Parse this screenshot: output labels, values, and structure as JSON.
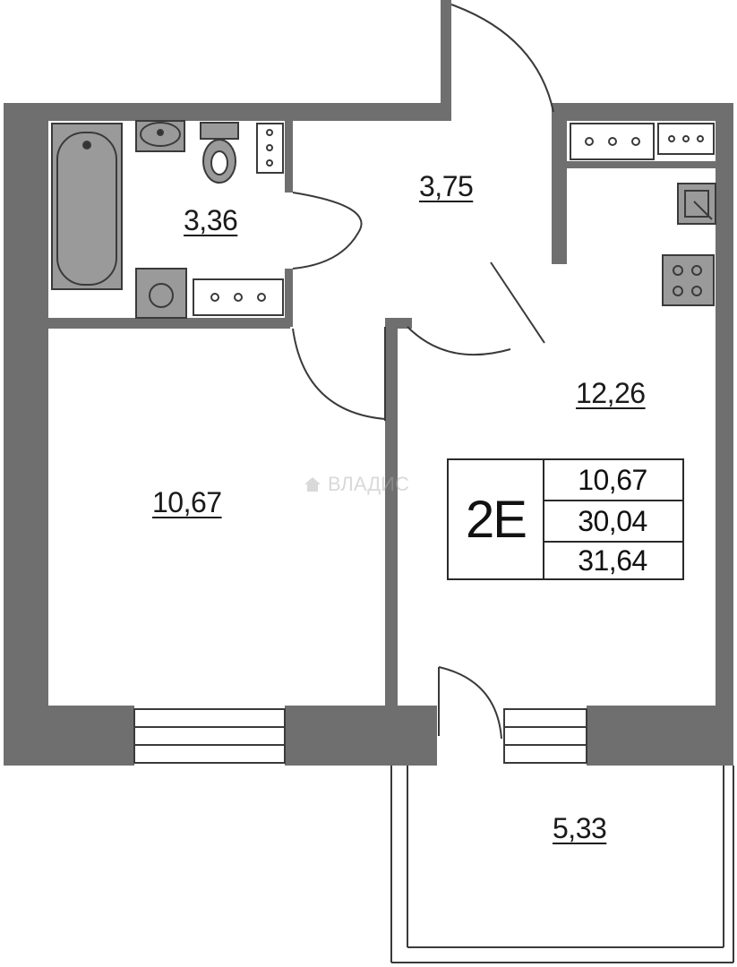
{
  "rooms": {
    "bathroom_area": "3,36",
    "hall_area": "3,75",
    "kitchen_area": "12,26",
    "bedroom_area": "10,67",
    "balcony_area": "5,33"
  },
  "stamp": {
    "code": "2E",
    "living_area": "10,67",
    "total_area": "30,04",
    "total_with_balcony": "31,64"
  },
  "watermark": {
    "text": "ВЛАДИС",
    "icon": "house-icon"
  },
  "colors": {
    "wall": "#6f6f6f",
    "fixture": "#9a9a9a",
    "line": "#3a3a3a",
    "background": "#ffffff"
  }
}
